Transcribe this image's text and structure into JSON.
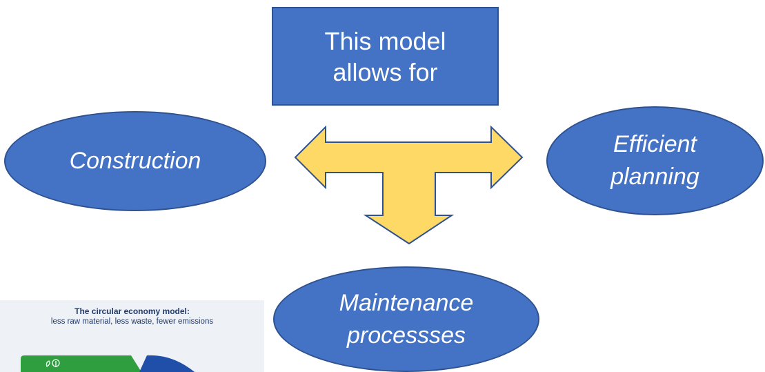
{
  "diagram": {
    "top_box": {
      "text": "This model allows for"
    },
    "nodes": [
      {
        "id": "construction",
        "text": "Construction"
      },
      {
        "id": "efficient",
        "text": "Efficient planning"
      },
      {
        "id": "maintenance",
        "text": "Maintenance processses"
      }
    ],
    "arrow": {
      "fill": "#ffd966",
      "stroke": "#2f528f"
    },
    "colors": {
      "node_fill": "#4472c4",
      "node_stroke": "#2f528f",
      "text": "#ffffff"
    }
  },
  "inset": {
    "title": "The circular economy model:",
    "subtitle": "less raw material, less waste, fewer emissions",
    "colors": {
      "green": "#2e9e3f",
      "blue": "#1f4fa8",
      "background": "#eef1f5"
    },
    "icon": "leaf-tree-icon"
  }
}
